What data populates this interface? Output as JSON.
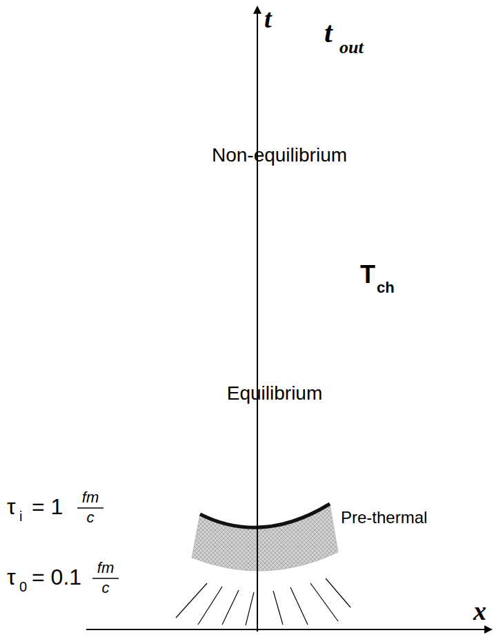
{
  "diagram": {
    "nodes": [
      {
        "text": [
          "Non-equilibrium"
        ]
      },
      {
        "text": [
          "Equilibrium"
        ],
        "in": 0
      }
    ],
    "labels": [
      "t",
      "t",
      "out",
      "T",
      "ch",
      "Pre-thermal",
      "τ",
      "i",
      "= 1",
      "fm",
      "c",
      "τ",
      "0",
      "= 0.1",
      "fm",
      "c",
      "x"
    ]
  }
}
